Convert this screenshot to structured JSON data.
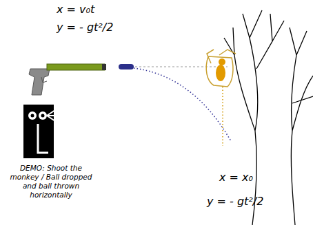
{
  "diagram": {
    "labels": [
      "x = v₀t",
      "y = - gt²/2",
      "DEMO: Shoot the monkey / Ball dropped and ball thrown horizontally",
      "x = x₀",
      "y = - gt²/2"
    ]
  }
}
